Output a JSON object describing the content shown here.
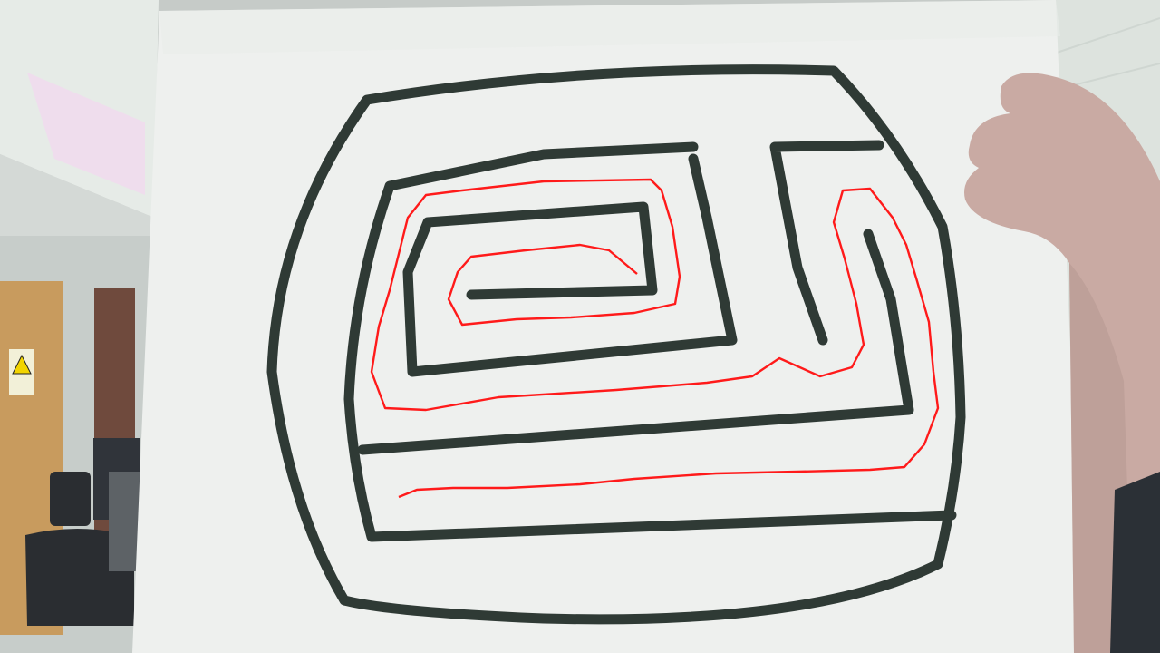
{
  "scene": {
    "description_free": true,
    "colors": {
      "paper": "#eef0ee",
      "ink": "#2f3a35",
      "solution_path": "#ff1a1a",
      "skin": "#c9aaa3",
      "door": "#c89b5e",
      "ceiling": "#e7ebe8",
      "chair": "#2a2d31"
    },
    "objects": [
      "office-background",
      "ceiling-panel",
      "wooden-door",
      "warning-sign-icon",
      "office-chair",
      "drawn-maze-sheet",
      "maze-walls",
      "maze-solution-line",
      "holding-hand"
    ]
  }
}
